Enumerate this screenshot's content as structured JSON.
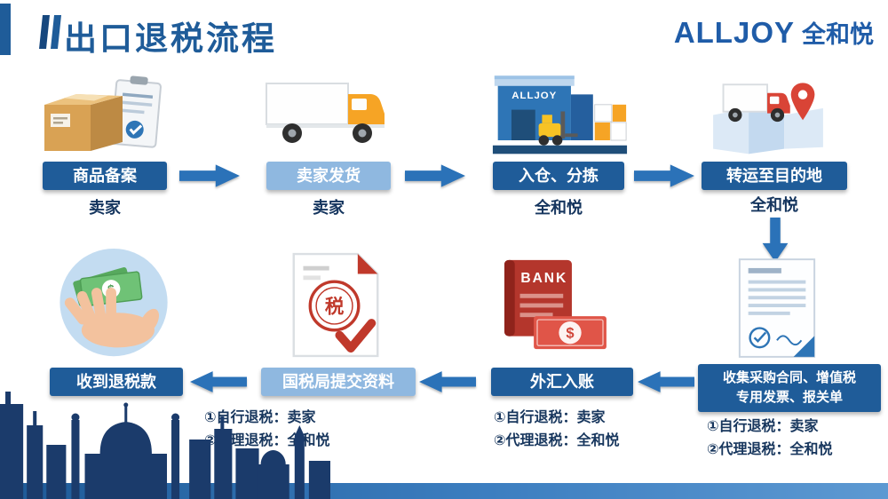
{
  "header": {
    "title": "出口退税流程",
    "brand": {
      "name": "ALLJOY",
      "name_cn": "全和悦"
    }
  },
  "flow": {
    "row1": [
      {
        "label": "商品备案",
        "actor": "卖家",
        "variant": "dark"
      },
      {
        "label": "卖家发货",
        "actor": "卖家",
        "variant": "light"
      },
      {
        "label": "入仓、分拣",
        "actor": "全和悦",
        "variant": "dark"
      },
      {
        "label": "转运至目的地",
        "actor": "全和悦",
        "variant": "dark"
      }
    ],
    "row2": [
      {
        "label": "收集采购合同、增值税专用发票、报关单",
        "notes": [
          "①自行退税：卖家",
          "②代理退税：全和悦"
        ],
        "variant": "dark"
      },
      {
        "label": "外汇入账",
        "notes": [
          "①自行退税：卖家",
          "②代理退税：全和悦"
        ],
        "variant": "dark"
      },
      {
        "label": "国税局提交资料",
        "notes": [
          "①自行退税：卖家",
          "②代理退税：全和悦"
        ],
        "variant": "light"
      },
      {
        "label": "收到退税款",
        "variant": "dark"
      }
    ]
  },
  "icons": {
    "warehouse_label": "ALLJOY",
    "bank_label": "BANK",
    "tax_seal": "税",
    "dollar": "$"
  },
  "colors": {
    "box_dark": "#1F5C99",
    "box_light": "#8FB8E0",
    "arrow": "#2B72B8",
    "title": "#1F5C99",
    "note_text": "#17365D",
    "accent_red": "#C0392B"
  }
}
